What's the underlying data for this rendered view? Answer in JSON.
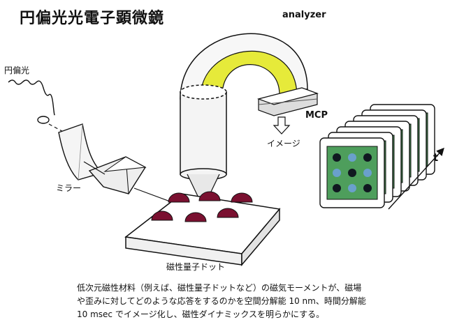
{
  "title": "円偏光光電子顕微鏡",
  "labels": {
    "analyzer": "analyzer",
    "circular_polarization": "円偏光",
    "mcp": "MCP",
    "image": "イメージ",
    "mirror": "ミラー",
    "magnetic_dots": "磁性量子ドット",
    "time_axis": "t"
  },
  "caption": [
    "低次元磁性材料（例えば、磁性量子ドットなど）の磁気モーメントが、磁場",
    "や歪みに対してどのような応答をするのかを空間分解能  10 nm、時間分解能",
    "10 msec でイメージ化し、磁性ダイナミックスを明らかにする。"
  ],
  "colors": {
    "analyzer_fill": "#e6ea3a",
    "dot_fill": "#7a1030",
    "frame_fill": "#4e9e5c",
    "dot_dark": "#101820",
    "dot_light": "#6aa0cc"
  }
}
